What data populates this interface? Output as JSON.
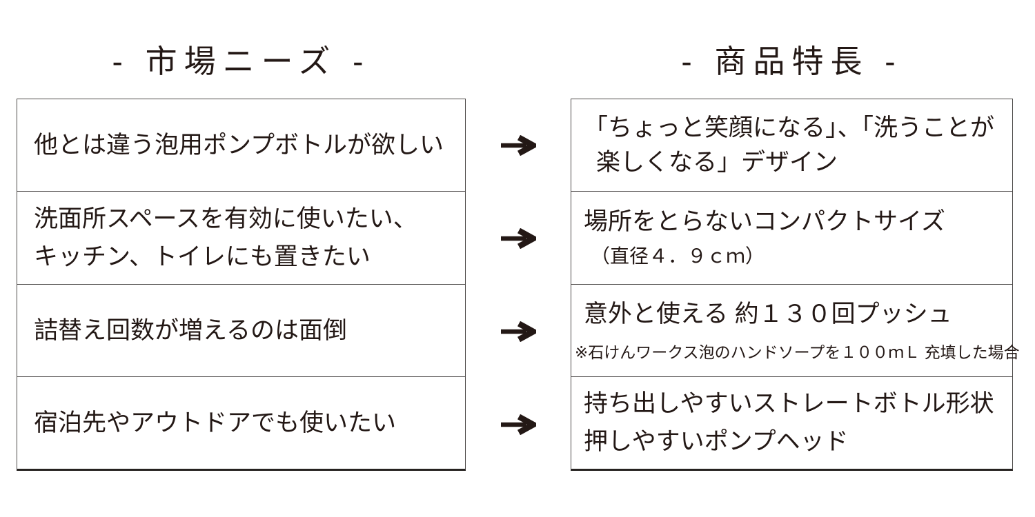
{
  "diagram": {
    "background": "#ffffff",
    "text_color": "#231815",
    "border_color": "#4c4948",
    "border_bottom_color": "#262220"
  },
  "left_panel": {
    "title": "- 市場ニーズ -",
    "rows": [
      {
        "line1": "他とは違う泡用ポンプボトルが欲しい"
      },
      {
        "line1": "洗面所スペースを有効に使いたい、",
        "line2": "キッチン、トイレにも置きたい"
      },
      {
        "line1": "詰替え回数が増えるのは面倒"
      },
      {
        "line1": "宿泊先やアウトドアでも使いたい"
      }
    ]
  },
  "right_panel": {
    "title": "- 商品特長 -",
    "rows": [
      {
        "line1": "「ちょっと笑顔になる」、「洗うことが",
        "line2": "楽しくなる」デザイン"
      },
      {
        "line1": "場所をとらないコンパクトサイズ",
        "note": "（直径４．９ｃｍ）"
      },
      {
        "line1": "意外と使える 約１３０回プッシュ",
        "note": "※石けんワークス泡のハンドソープを１００ｍＬ 充填した場合"
      },
      {
        "line1": "持ち出しやすいストレートボトル形状",
        "line2": "押しやすいポンプヘッド"
      }
    ]
  },
  "arrows": {
    "glyph": "→",
    "count": 4
  }
}
